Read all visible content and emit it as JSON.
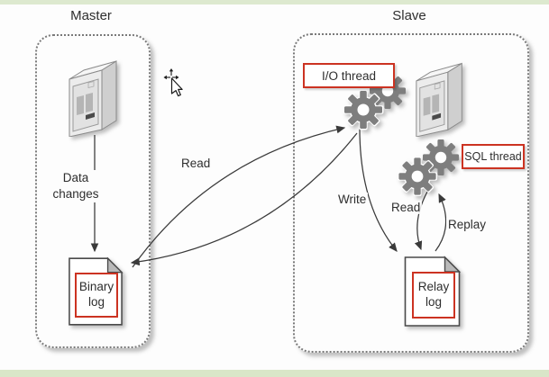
{
  "master": {
    "title": "Master",
    "data_changes": {
      "line1": "Data",
      "line2": "changes"
    },
    "binary_log": {
      "line1": "Binary",
      "line2": "log"
    }
  },
  "slave": {
    "title": "Slave",
    "io_thread_label": "I/O thread",
    "sql_thread_label": "SQL thread",
    "relay_log": {
      "line1": "Relay",
      "line2": "log"
    }
  },
  "arrows": {
    "read_master": "Read",
    "write": "Write",
    "read_slave": "Read",
    "replay": "Replay"
  },
  "colors": {
    "highlight_red": "#cc3322",
    "gear_gray": "#7e7e7e",
    "arrow_dark": "#3a3a3a",
    "border_gray": "#7a7a7a",
    "frame_green_top": "#dde9cf",
    "frame_green_bottom": "#d9e6c8"
  }
}
